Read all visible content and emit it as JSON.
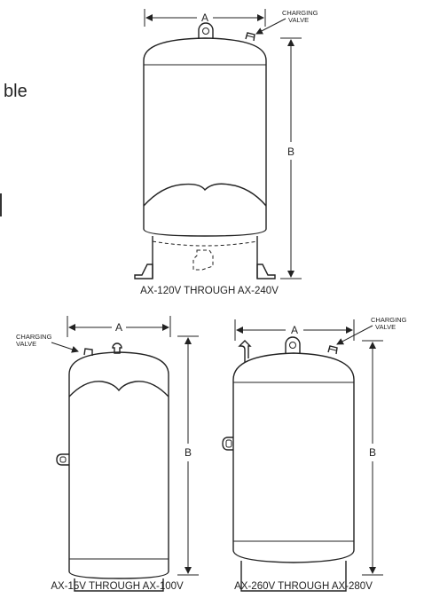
{
  "edge_text": {
    "left_fragment": "ble"
  },
  "top_tank": {
    "caption": "AX-120V THROUGH AX-240V",
    "dim_a": "A",
    "dim_b": "B",
    "valve_label_line1": "CHARGING",
    "valve_label_line2": "VALVE"
  },
  "left_tank": {
    "caption": "AX-15V THROUGH AX-100V",
    "dim_a": "A",
    "dim_b": "B",
    "valve_label_line1": "CHARGING",
    "valve_label_line2": "VALVE"
  },
  "right_tank": {
    "caption": "AX-260V THROUGH AX-280V",
    "dim_a": "A",
    "dim_b": "B",
    "valve_label_line1": "CHARGING",
    "valve_label_line2": "VALVE"
  }
}
